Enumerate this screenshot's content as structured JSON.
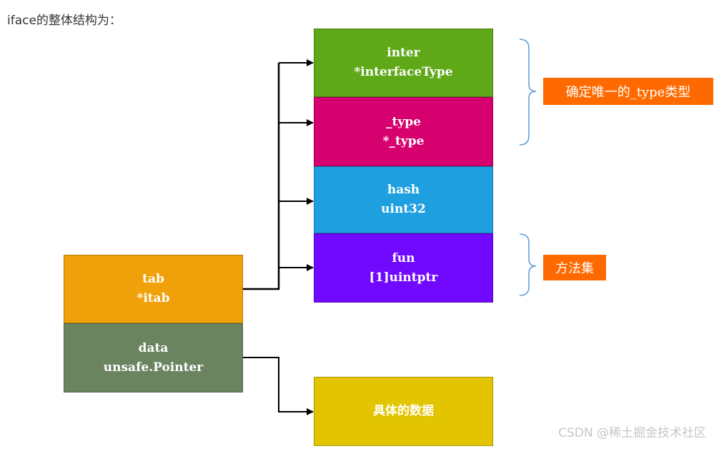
{
  "heading": "iface的整体结构为：",
  "itab_fields": [
    {
      "name": "inter",
      "type": "*interfaceType",
      "color": "#5fa818"
    },
    {
      "name": "_type",
      "type": "*_type",
      "color": "#d6006e"
    },
    {
      "name": "hash",
      "type": "uint32",
      "color": "#1ea0e0"
    },
    {
      "name": "fun",
      "type": "[1]uintptr",
      "color": "#7209ff"
    }
  ],
  "iface_fields": [
    {
      "name": "tab",
      "type": "*itab",
      "color": "#f0a10a"
    },
    {
      "name": "data",
      "type": "unsafe.Pointer",
      "color": "#6a8460"
    }
  ],
  "concrete_data": {
    "label": "具体的数据",
    "color": "#e2c400"
  },
  "annotations": {
    "type_identity": "确定唯一的_type类型",
    "method_set": "方法集"
  },
  "colors": {
    "tag": "#ff6a00",
    "brace": "#5b9bd5",
    "arrow": "#000000"
  },
  "watermark": "CSDN @稀土掘金技术社区"
}
